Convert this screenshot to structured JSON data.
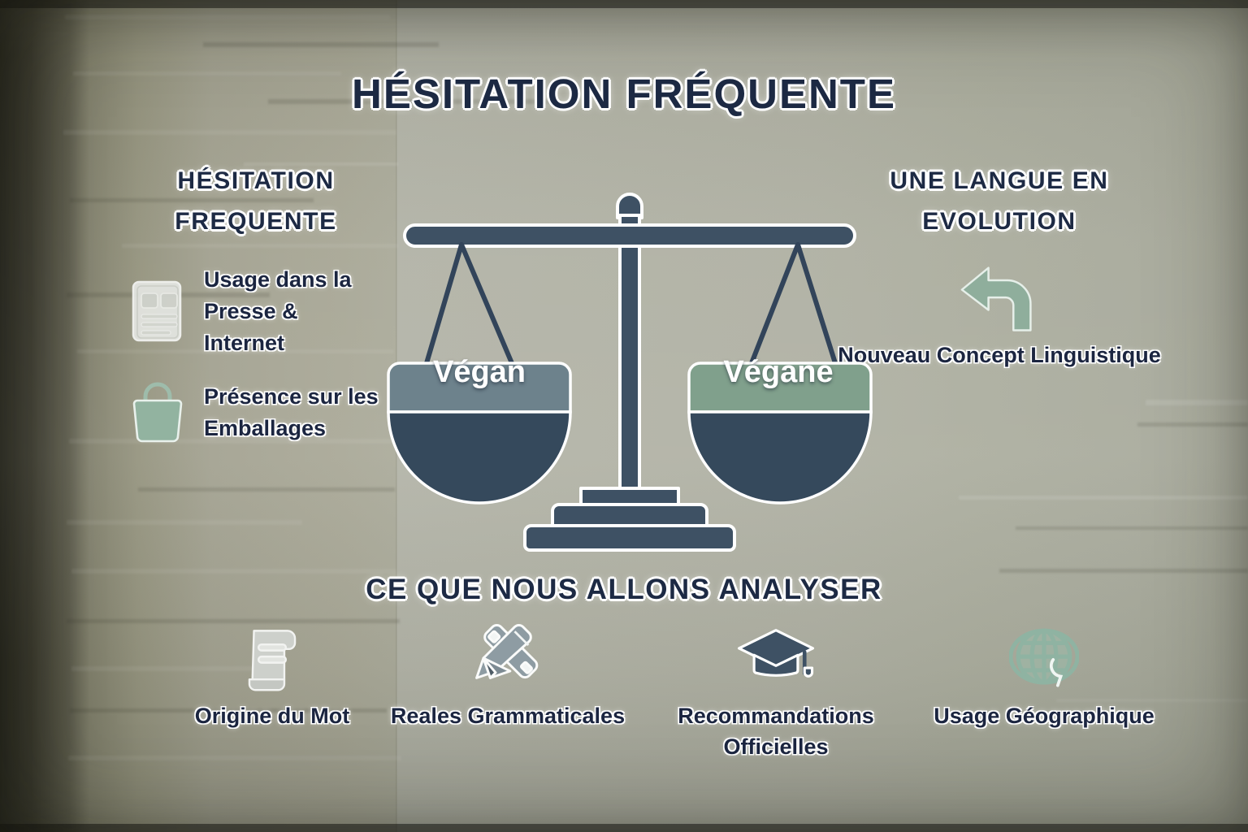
{
  "title": "HÉSITATION FRÉQUENTE",
  "colors": {
    "navy": "#1d2a44",
    "text_navy": "#1b2540",
    "scale_dark": "#3e5164",
    "pan_left": "#6d828c",
    "pan_right": "#80a08c",
    "sage": "#8fae9c",
    "light_gray": "#d9dbd8",
    "background": "#a9ab9c"
  },
  "left_column": {
    "heading": "HÉSITATION FREQUENTE",
    "items": [
      {
        "icon": "newspaper-icon",
        "label": "Usage dans la Presse & Internet"
      },
      {
        "icon": "shopping-bag-icon",
        "label": "Présence sur les Emballages"
      }
    ]
  },
  "right_column": {
    "heading": "UNE LANGUE EN EVOLUTION",
    "items": [
      {
        "icon": "return-arrow-icon",
        "label": "Nouveau Concept Linguistique"
      }
    ]
  },
  "balance": {
    "left_pan_label": "Végan",
    "right_pan_label": "Végane"
  },
  "bottom": {
    "heading": "CE QUE NOUS ALLONS ANALYSER",
    "items": [
      {
        "icon": "scroll-icon",
        "label": "Origine du Mot"
      },
      {
        "icon": "pencil-ruler-icon",
        "label": "Reales Grammaticales"
      },
      {
        "icon": "graduation-cap-icon",
        "label": "Recommandations Officielles"
      },
      {
        "icon": "globe-icon",
        "label": "Usage Géographique"
      }
    ]
  }
}
